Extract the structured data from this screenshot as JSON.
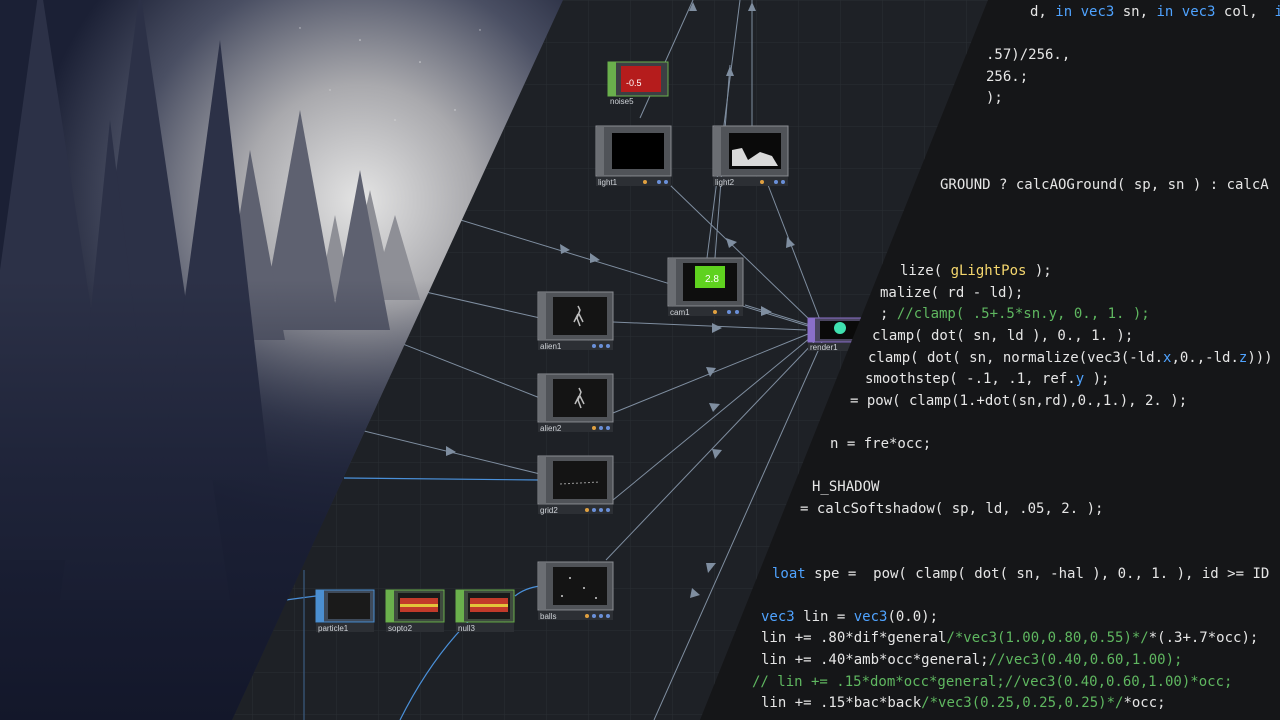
{
  "nodes": {
    "noise5": {
      "label": "noise5",
      "preview_text": "-0.5"
    },
    "light1": {
      "label": "light1"
    },
    "light2": {
      "label": "light2"
    },
    "cam1": {
      "label": "cam1",
      "preview_text": "2.8"
    },
    "render1": {
      "label": "render1"
    },
    "alien1": {
      "label": "alien1"
    },
    "alien2": {
      "label": "alien2"
    },
    "grid2": {
      "label": "grid2"
    },
    "balls": {
      "label": "balls"
    },
    "particle1": {
      "label": "particle1"
    },
    "sopto2": {
      "label": "sopto2"
    },
    "null3": {
      "label": "null3"
    }
  },
  "code": {
    "line1": {
      "a": "d, ",
      "b": "in",
      "c": " ",
      "d": "vec3",
      "e": " sn, ",
      "f": "in",
      "g": " ",
      "h": "vec3",
      "i": " col,  ",
      "j": "in"
    },
    "line2": ".57)/256.,",
    "line3": "256.;",
    "line4": ");",
    "line5": "GROUND ? calcAOGround( sp, sn ) : calcA",
    "line6": {
      "a": "lize( ",
      "b": "gLightPos",
      "c": " );"
    },
    "line7": "malize( rd - ld);",
    "line8": {
      "a": "; ",
      "b": "//clamp( .5+.5*sn.y, 0., 1. );"
    },
    "line9": "clamp( dot( sn, ld ), 0., 1. );",
    "line10": {
      "a": "clamp( dot( sn, normalize(vec3(-ld.",
      "b": "x",
      "c": ",0.,-ld.",
      "d": "z",
      "e": ")))"
    },
    "line11": {
      "a": "smoothstep( -.1, .1, ref.",
      "b": "y",
      "c": " );"
    },
    "line12": "= pow( clamp(1.+dot(sn,rd),0.,1.), 2. );",
    "line13": "n = fre*occ;",
    "line14": "H_SHADOW",
    "line15": "= calcSoftshadow( sp, ld, .05, 2. );",
    "line16": {
      "a": "loat",
      "b": " spe =  pow( clamp( dot( sn, -hal ), 0., 1. ), id >= ID"
    },
    "line17": {
      "a": "vec3",
      "b": " lin = ",
      "c": "vec3",
      "d": "(0.0);"
    },
    "line18": {
      "a": "lin += .80*dif*general",
      "b": "/*vec3(1.00,0.80,0.55)*/",
      "c": "*(.3+.7*occ);"
    },
    "line19": {
      "a": "lin += .40*amb*occ*general;",
      "b": "//vec3(0.40,0.60,1.00);"
    },
    "line20": "// lin += .15*dom*occ*general;//vec3(0.40,0.60,1.00)*occ;",
    "line21": {
      "a": "lin += .15*bac*back",
      "b": "/*vec3(0.25,0.25,0.25)*/",
      "c": "*occ;"
    }
  },
  "colors": {
    "sky_top": "#1a1f33",
    "sky_glow": "#bdbdbd",
    "tree_dark": "#2a3045",
    "network_bg": "#1e2126",
    "grid": "#2b2f35",
    "wire": "#7f8ea0",
    "wire_blue": "#4a90d9",
    "code_bg": "#151618",
    "keyword": "#4fa3ff",
    "comment": "#5fb760",
    "top_green": "#6ab04c",
    "sop_blue": "#4b8fd1",
    "render_purple": "#8a6fc9"
  }
}
